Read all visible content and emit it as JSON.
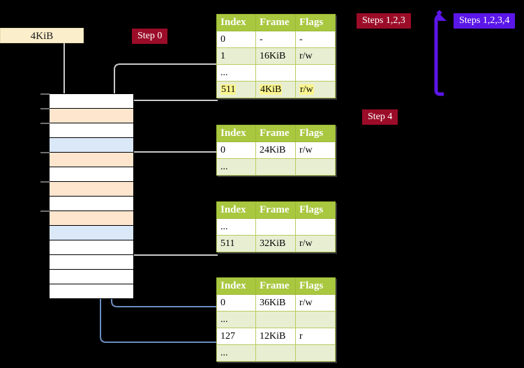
{
  "labels": {
    "kib_box": "4KiB",
    "step0": "Step 0",
    "step4": "Step 4",
    "steps123": "Steps 1,2,3",
    "steps1234": "Steps 1,2,3,4"
  },
  "colors": {
    "badge_red": "#9b0c28",
    "badge_violet": "#5b16e8",
    "table_header": "#a9c73f",
    "table_alt_row": "#e8eed2",
    "highlight_yellow": "#faf58f",
    "mem_peach": "#fde5ce",
    "mem_blue": "#dbe8f8",
    "kib_box": "#fbeecb",
    "wire_gray": "#c9c9c9",
    "wire_blue": "#6a8fc0"
  },
  "tables": [
    {
      "id": "table0",
      "headers": [
        "Index",
        "Frame",
        "Flags"
      ],
      "rows": [
        {
          "cells": [
            "0",
            "-",
            "-"
          ],
          "alt": false,
          "highlight": false
        },
        {
          "cells": [
            "1",
            "16KiB",
            "r/w"
          ],
          "alt": true,
          "highlight": false
        },
        {
          "cells": [
            "...",
            "",
            ""
          ],
          "alt": false,
          "highlight": false
        },
        {
          "cells": [
            "511",
            "4KiB",
            "r/w"
          ],
          "alt": true,
          "highlight": true
        }
      ]
    },
    {
      "id": "table1",
      "headers": [
        "Index",
        "Frame",
        "Flags"
      ],
      "rows": [
        {
          "cells": [
            "0",
            "24KiB",
            "r/w"
          ],
          "alt": false,
          "highlight": false
        },
        {
          "cells": [
            "...",
            "",
            ""
          ],
          "alt": true,
          "highlight": false
        }
      ]
    },
    {
      "id": "table2",
      "headers": [
        "Index",
        "Frame",
        "Flags"
      ],
      "rows": [
        {
          "cells": [
            "...",
            "",
            ""
          ],
          "alt": false,
          "highlight": false
        },
        {
          "cells": [
            "511",
            "32KiB",
            "r/w"
          ],
          "alt": true,
          "highlight": false
        }
      ]
    },
    {
      "id": "table3",
      "headers": [
        "Index",
        "Frame",
        "Flags"
      ],
      "rows": [
        {
          "cells": [
            "0",
            "36KiB",
            "r/w"
          ],
          "alt": false,
          "highlight": false
        },
        {
          "cells": [
            "...",
            "",
            ""
          ],
          "alt": true,
          "highlight": false
        },
        {
          "cells": [
            "127",
            "12KiB",
            "r"
          ],
          "alt": false,
          "highlight": false
        },
        {
          "cells": [
            "...",
            "",
            ""
          ],
          "alt": true,
          "highlight": false
        }
      ]
    }
  ],
  "memory": {
    "rows": [
      {
        "fill": "white",
        "tick": true
      },
      {
        "fill": "peach",
        "tick": true
      },
      {
        "fill": "white",
        "tick": true
      },
      {
        "fill": "blue",
        "tick": false
      },
      {
        "fill": "peach",
        "tick": true
      },
      {
        "fill": "white",
        "tick": false
      },
      {
        "fill": "peach",
        "tick": true
      },
      {
        "fill": "white",
        "tick": false
      },
      {
        "fill": "peach",
        "tick": true
      },
      {
        "fill": "blue",
        "tick": false
      },
      {
        "fill": "white",
        "tick": false
      },
      {
        "fill": "white",
        "tick": false
      },
      {
        "fill": "white",
        "tick": false
      },
      {
        "fill": "white",
        "tick": false
      }
    ]
  }
}
